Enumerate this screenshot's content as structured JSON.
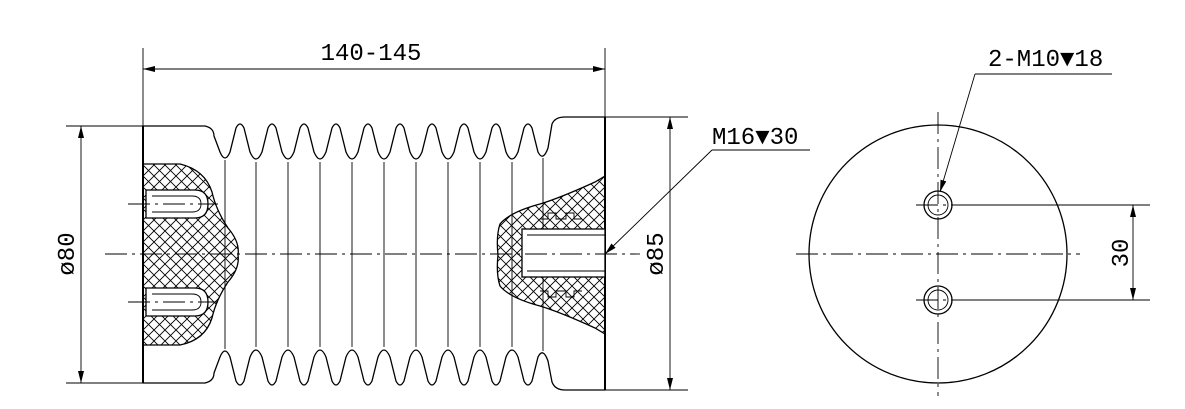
{
  "drawing": {
    "overall_length": "140-145",
    "left_diameter": "ø80",
    "right_diameter": "ø85",
    "right_thread_callout": "M16▼30",
    "end_view_hole_callout": "2-M10▼18",
    "hole_spacing": "30"
  }
}
